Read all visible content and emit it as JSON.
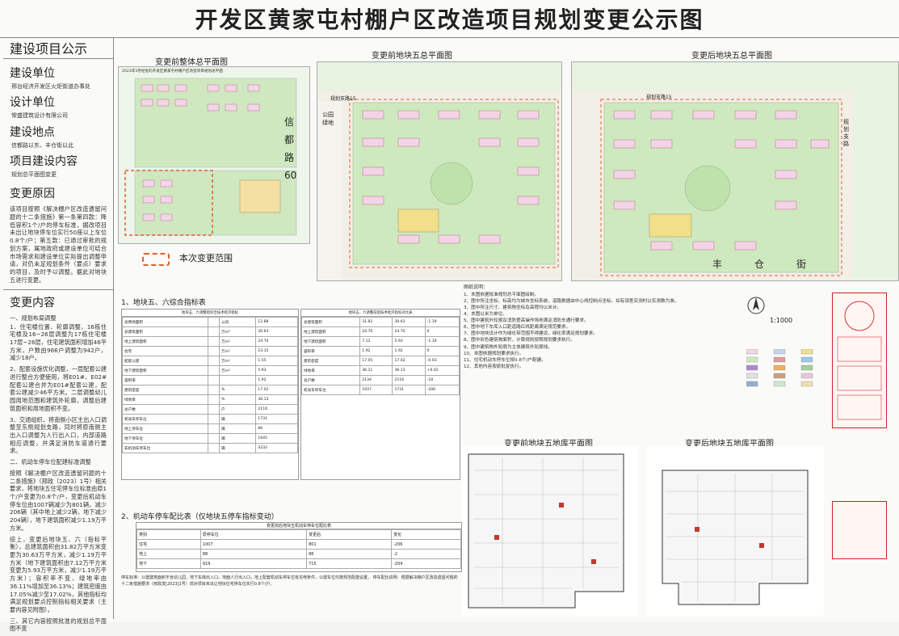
{
  "title": "开发区黄家屯村棚户区改造项目规划变更公示图",
  "left": {
    "heading": "建设项目公示",
    "unit_label": "建设单位",
    "unit_value": "邢台经济开发区火炬街道办事处",
    "design_label": "设计单位",
    "design_value": "常盛建筑设计有限公司",
    "site_label": "建设地点",
    "site_value": "信都路以东、丰仓街以北",
    "item_label": "项目建设内容",
    "item_value": "规划总平面图变更",
    "reason_label": "变更原因",
    "reason_text": "该项目按照《解决棚户区改造遗留问题的十二条措施》第一条第四款：降低容积1个/户的停车标准，据改项目未出让地块停车位实行50座以上车位0.8个/户；第五款：已通过审批的规划方案，属地政府或建设单位可结合市场需求和建设单位实际提出调整申请，对仍未足规划条件（要点）要求的项目，及时予以调整。据此对地块五进行变更。",
    "content_label": "变更内容",
    "c1_title": "一、规划布局调整",
    "c1_1": "1、住宅楼位置、轮廓调整，16栋住宅楼及16~26层调整为17栋住宅楼17层~26层，住宅建筑面积增加46平方米，户数由966户调整为942户，减少18户。",
    "c1_2": "2、配套设施优化调整，一层配套公建进行整合方便使用，将E01#、E02#配套公建合并为E01#配套公建，配套公建减少46平方米。二层调整幼儿园用地范围和建筑外轮廓，调整后建筑面积和用地面积不变。",
    "c1_3": "3、交通组织，将南侧小区主出入口调整至东侧规划支路，同时将原南侧主出入口调整为人行出入口，内部道路相应调整，并满足消防车道通行要求。",
    "c2_title": "二、机动车停车位配建标准调整",
    "c2_text": "按照《解决棚户区改造遗留问题的十二条措施》（邢政〔2023〕1号）相关要求，将地块五住宅停车位标准由原1个/户变更为0.8个/户，变更后机动车停车位由1007辆减少为801辆，减少206辆（其中地上减少2辆，地下减少204辆），地下建筑面积减少1.19万平方米。",
    "c2_sum": "综上，变更后地块五、六（指标平衡），总建筑面积由31.82万平方米变更为30.63万平方米，减少1.19万平方米（地下建筑面积由7.12万平方米变更为5.93万平方米，减少1.19万平方米）；容积率不变、绿地率由36.11%增加至36.13%；建筑密度由17.05%减少至17.02%，其他指标均满足规划要点控制指标相关要求（主要内容见附图）。",
    "c3": "三、其它内容按照批准的规划总平面图不变"
  },
  "panels": {
    "before_overall": "变更前整体总平面图",
    "before_overall_caption": "2023年3月经批的开发区黄家屯村棚户区改造项目规划总平面",
    "legend_text": "本次变更范围",
    "before_site": "变更前地块五总平面图",
    "after_site": "变更后地块五总平面图",
    "before_garage": "变更前地块五地库平面图",
    "after_garage": "变更后地块五地库平面图",
    "road_north": "规划支路15",
    "road_west": [
      "信",
      "都",
      "路",
      "60"
    ],
    "road_east_1": "规划支路",
    "road_south": [
      "丰",
      "仓",
      "街"
    ],
    "park": "公园绿地",
    "scale": "1:1000"
  },
  "tables": {
    "t1_title": "1、地块五、六综合指标表",
    "t1_sub_a": "地块五、六调整后综合技术经济指标",
    "t1_sub_b": "地块五、六调整前后技术经济指标对比表",
    "t2_title": "2、机动车停车配比表（仅地块五停车指标变动）",
    "t2_sub": "变更前后地块五机动车停车位配比表",
    "t1_left_rows": [
      [
        "总用地面积",
        "",
        "公顷",
        "12.88"
      ],
      [
        "总建筑面积",
        "",
        "万m²",
        "30.63"
      ],
      [
        "地上建筑面积",
        "",
        "万m²",
        "24.70"
      ],
      [
        "住宅",
        "",
        "万m²",
        "23.15"
      ],
      [
        "配套公建",
        "",
        "万m²",
        "1.55"
      ],
      [
        "地下建筑面积",
        "",
        "万m²",
        "5.93"
      ],
      [
        "容积率",
        "",
        "",
        "1.92"
      ],
      [
        "建筑密度",
        "",
        "%",
        "17.02"
      ],
      [
        "绿地率",
        "",
        "%",
        "36.13"
      ],
      [
        "总户数",
        "",
        "户",
        "2116"
      ],
      [
        "机动车停车位",
        "",
        "辆",
        "1731"
      ],
      [
        "地上停车位",
        "",
        "辆",
        "86"
      ],
      [
        "地下停车位",
        "",
        "辆",
        "1645"
      ],
      [
        "非机动车停车位",
        "",
        "辆",
        "4232"
      ]
    ],
    "t1_right_rows": [
      [
        "总建筑面积",
        "31.82",
        "30.63",
        "-1.19"
      ],
      [
        "地上建筑面积",
        "24.70",
        "24.70",
        "0"
      ],
      [
        "地下建筑面积",
        "7.12",
        "5.93",
        "-1.19"
      ],
      [
        "容积率",
        "1.92",
        "1.92",
        "0"
      ],
      [
        "建筑密度",
        "17.05",
        "17.02",
        "-0.03"
      ],
      [
        "绿地率",
        "36.11",
        "36.13",
        "+0.02"
      ],
      [
        "总户数",
        "2134",
        "2116",
        "-18"
      ],
      [
        "机动车停车位",
        "1937",
        "1731",
        "-206"
      ]
    ],
    "t2_head": [
      "类别",
      "原停车位",
      "变更后",
      "变化"
    ],
    "t2_rows": [
      [
        "住宅",
        "1007",
        "801",
        "-206"
      ],
      [
        "地上",
        "88",
        "86",
        "-2"
      ],
      [
        "地下",
        "919",
        "715",
        "-204"
      ]
    ],
    "t2_note": "停车标准：公建建筑面积不含幼儿园，地下车库出入口，地面人行出入口，地上配套机动车停车位有充电条件，公建车位均按规范配建设置。 停车配比说明：根据解决棚户区改造遗留问题的十二条措施要求（邢政发[2023]1号）现对项目未出让地块住宅停车位实行0.8个/户。"
  },
  "notes_title": "图纸说明：",
  "notes": [
    "1、本图依据批准规划总平面图绘制。",
    "2、图中所注坐标、标高均为城市坐标系统，道路数据由中心线控制点坐标。如有误差实测时以实测数为准。",
    "3、图中所注尺寸、建筑物坐标及高程均以米计。",
    "4、本图以米为单位。",
    "5、图中建筑外轮廓及消防登高操作场地满足消防车通行要求。",
    "6、图中地下车库入口距道路红线距离满足规范要求。",
    "7、图中地块设计作为绿化带范围不得建设，绿化率满足规划要求。",
    "8、图中彩色建筑物面积，计算规则按照规划要求执行。",
    "9、图中建筑物外轮廓为主体建筑外轮廓线。",
    "10、本图依据规划要求执行。",
    "11、住宅机动车停车位按0.8个/户配建。",
    "12、其他内容按原批复执行。"
  ]
}
